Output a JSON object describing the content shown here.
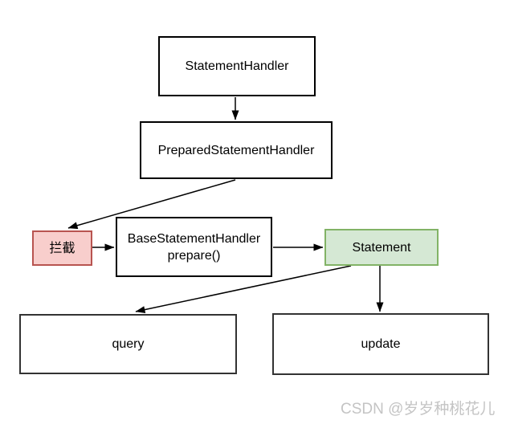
{
  "diagram": {
    "background_color": "#ffffff",
    "edge_color": "#000000",
    "nodes": {
      "statement_handler": {
        "label": "StatementHandler",
        "fill": "#ffffff",
        "stroke": "#000000"
      },
      "prepared_statement_handler": {
        "label": "PreparedStatementHandler",
        "fill": "#ffffff",
        "stroke": "#000000"
      },
      "intercept": {
        "label": "拦截",
        "fill": "#f8cecc",
        "stroke": "#b85450"
      },
      "base_statement_handler": {
        "label": "BaseStatementHandler",
        "sublabel": "prepare()",
        "fill": "#ffffff",
        "stroke": "#000000"
      },
      "statement": {
        "label": "Statement",
        "fill": "#d5e8d4",
        "stroke": "#82b366"
      },
      "query": {
        "label": "query",
        "fill": "#ffffff",
        "stroke": "#333333"
      },
      "update": {
        "label": "update",
        "fill": "#ffffff",
        "stroke": "#333333"
      }
    },
    "edges": [
      {
        "from": "statement_handler",
        "to": "prepared_statement_handler"
      },
      {
        "from": "prepared_statement_handler",
        "to": "intercept"
      },
      {
        "from": "intercept",
        "to": "base_statement_handler"
      },
      {
        "from": "base_statement_handler",
        "to": "statement"
      },
      {
        "from": "statement",
        "to": "query"
      },
      {
        "from": "statement",
        "to": "update"
      }
    ],
    "watermark": {
      "text": "CSDN @岁岁种桃花儿",
      "color": "#c4c4c4"
    }
  }
}
